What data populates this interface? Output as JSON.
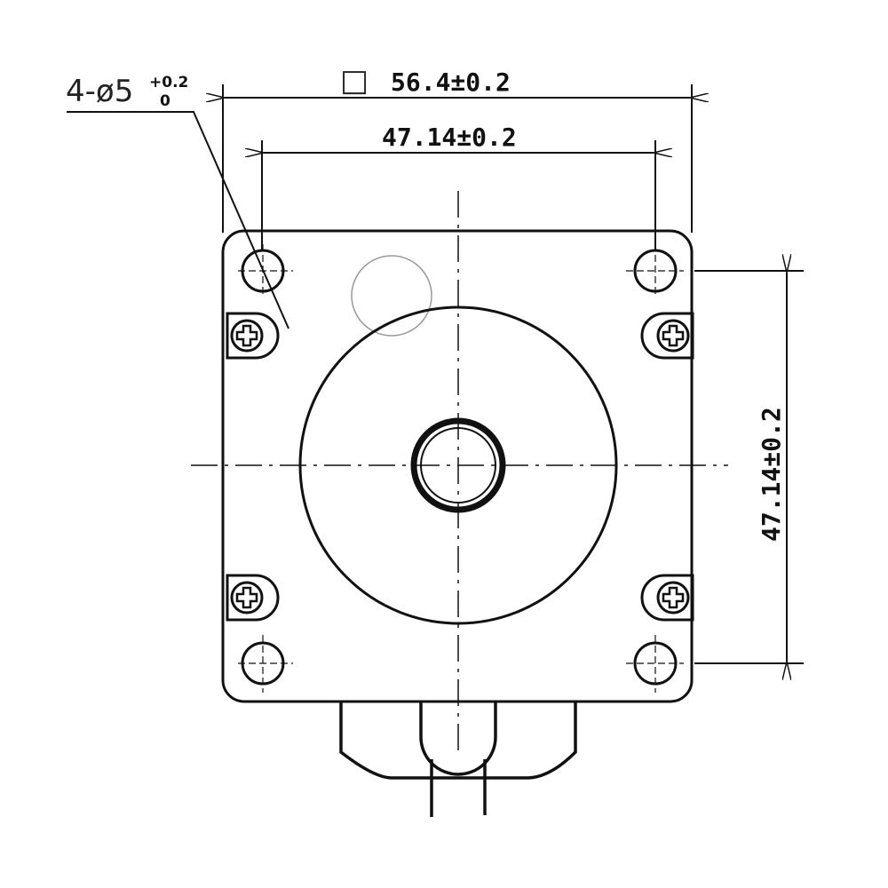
{
  "drawing": {
    "hole_callout": {
      "text": "4-ø5",
      "tol_upper": "+0.2",
      "tol_lower": "0"
    },
    "dim_outer_width": {
      "symbol": "□",
      "text": "56.4±0.2"
    },
    "dim_hole_spacing_horizontal": {
      "text": "47.14±0.2"
    },
    "dim_hole_spacing_vertical": {
      "text": "47.14±0.2"
    },
    "colors": {
      "line": "#111111",
      "aux_circle": "#999999"
    }
  }
}
